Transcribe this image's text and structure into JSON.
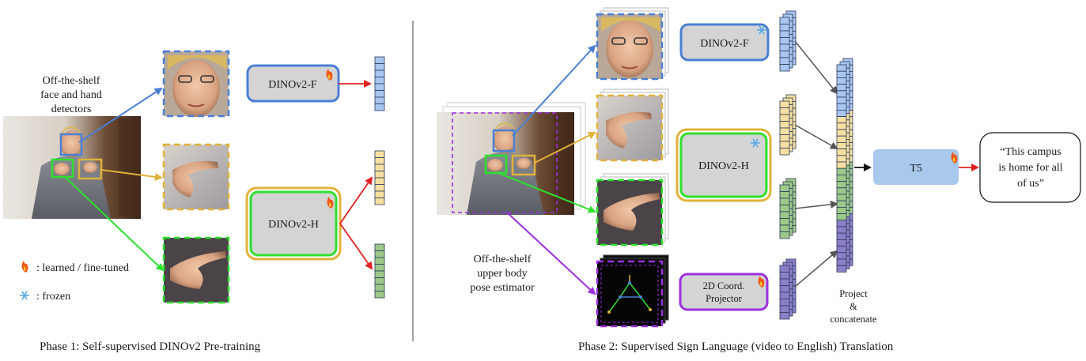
{
  "phase1": {
    "caption": "Phase 1: Self-supervised DINOv2 Pre-training",
    "detector_label": [
      "Off-the-shelf",
      "face and hand",
      "detectors"
    ],
    "encoder_face": "DINOv2-F",
    "encoder_hand": "DINOv2-H",
    "legend": {
      "learned": ": learned / fine-tuned",
      "frozen": ": frozen"
    }
  },
  "phase2": {
    "caption": "Phase 2: Supervised Sign Language (video to English) Translation",
    "pose_label": [
      "Off-the-shelf",
      "upper body",
      "pose estimator"
    ],
    "encoder_face": "DINOv2-F",
    "encoder_hand": "DINOv2-H",
    "projector": [
      "2D Coord.",
      "Projector"
    ],
    "concat_label": [
      "Project",
      "&",
      "concatenate"
    ],
    "decoder": "T5",
    "output": [
      "“This campus",
      "is home for all",
      "of us”"
    ]
  },
  "colors": {
    "face": "#4a7fd4",
    "hand_right": "#e0b23a",
    "hand_left": "#2ee02e",
    "pose": "#9b30e0",
    "arrow_red": "#e02020",
    "face_token": "#a9c6f0",
    "right_token": "#f6dfa0",
    "left_token": "#9cc98a",
    "pose_token": "#8c7fc8",
    "t5_fill": "#a8c8ec"
  },
  "icons": {
    "learned": "flame-icon",
    "frozen": "snowflake-icon"
  }
}
